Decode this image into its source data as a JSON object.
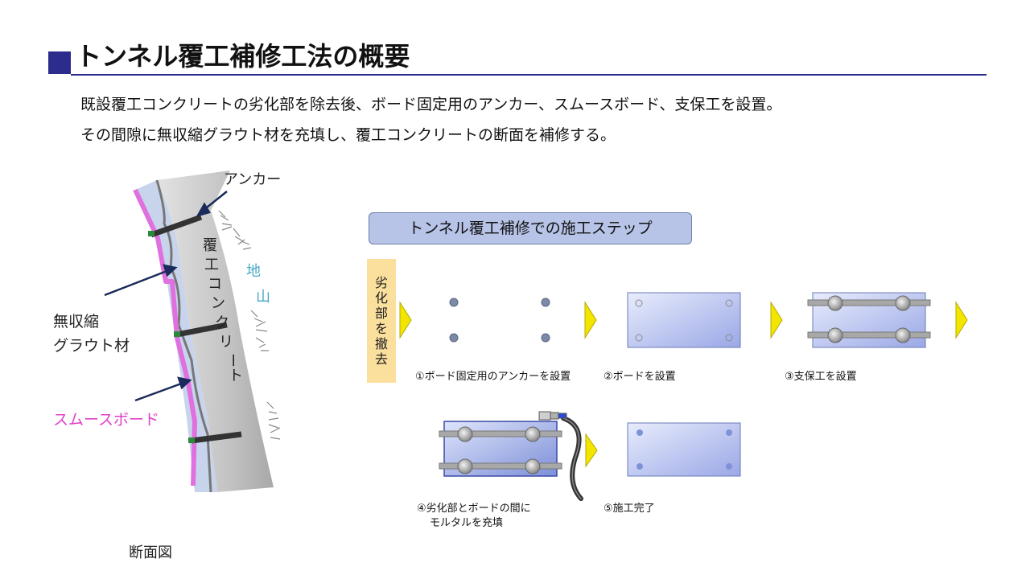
{
  "title": "トンネル覆工補修工法の概要",
  "intro": {
    "line1": "既設覆工コンクリートの劣化部を除去後、ボード固定用のアンカー、スムースボード、支保工を設置。",
    "line2": "その間隙に無収縮グラウト材を充填し、覆工コンクリートの断面を補修する。"
  },
  "section": {
    "anchor_label": "アンカー",
    "lining_label": [
      "覆",
      "工",
      "コ",
      "ン",
      "ク",
      "リ",
      "ー",
      "ト"
    ],
    "ground_label": [
      "地",
      "山"
    ],
    "grout_label_line1": "無収縮",
    "grout_label_line2": "グラウト材",
    "board_label": "スムースボード",
    "caption": "断面図"
  },
  "steps": {
    "header": "トンネル覆工補修での施工ステップ",
    "removal_label": [
      "劣",
      "化",
      "部",
      "を",
      "撤",
      "去"
    ],
    "step1": "①ボード固定用のアンカーを設置",
    "step2": "②ボードを設置",
    "step3": "③支保工を設置",
    "step4_line1": "④劣化部とボードの間に",
    "step4_line2": "モルタルを充填",
    "step5": "⑤施工完了"
  },
  "colors": {
    "title_accent": "#2c2c8c",
    "smooth_board": "#e070e0",
    "grout": "#c8d4ec",
    "concrete": "#c4c4c4",
    "anchor": "#333333",
    "arrow": "#1a2a5a",
    "ground_text": "#4aa8c8",
    "board_label": "#e040c8",
    "step_header_bg": "#b7c4e8",
    "removal_bg": "#fbdf9c",
    "step_arrow": "#f2e600"
  }
}
